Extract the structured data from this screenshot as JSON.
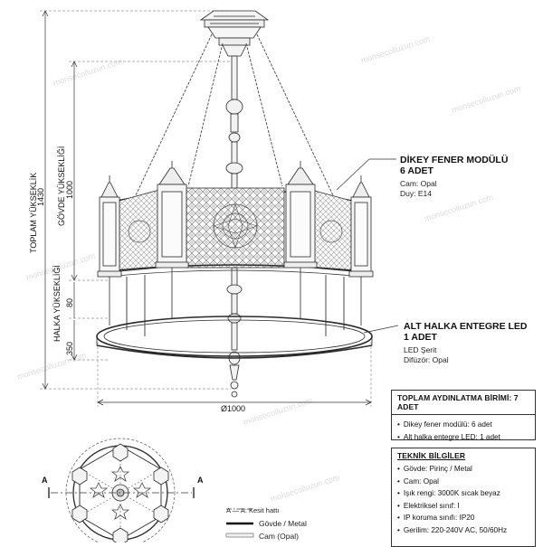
{
  "dimensions": {
    "total_height_label": "TOPLAM YÜKSEKLİK",
    "total_height_value": "1430",
    "body_height_label": "GÖVDE YÜKSEKLİĞİ",
    "body_height_value": "1000",
    "ring_height_label": "HALKA YÜKSEKLİĞİ",
    "ring_height_value": "80",
    "ring_drop_value": "350",
    "diameter_value": "Ø1000"
  },
  "callouts": {
    "module": {
      "title_line1": "DİKEY FENER MODÜLÜ",
      "title_line2": "6 ADET",
      "detail1": "Cam: Opal",
      "detail2": "Duy: E14"
    },
    "ring": {
      "title_line1": "ALT HALKA ENTEGRE LED",
      "title_line2": "1 ADET",
      "detail1": "LED Şerit",
      "detail2": "Difüzör: Opal"
    }
  },
  "section": {
    "marker_left": "A",
    "marker_right": "A"
  },
  "legend": {
    "section_line": "A — A:  Kesit hattı",
    "body_metal": "Gövde / Metal",
    "glass_opal": "Cam (Opal)"
  },
  "lighting_box": {
    "title": "TOPLAM AYDINLATMA BİRİMİ: 7 ADET",
    "items": [
      "Dikey fener modülü: 6 adet",
      "Alt halka entegre LED: 1 adet"
    ]
  },
  "tech_box": {
    "title": "TEKNİK BİLGİLER",
    "items": [
      "Gövde: Pirinç / Metal",
      "Cam: Opal",
      "Işık rengi: 3000K sıcak beyaz",
      "Elektriksel sınıf: I",
      "IP koruma sınıfı: IP20",
      "Gerilim: 220-240V AC, 50/60Hz"
    ]
  },
  "watermark": "monsecolluzun.com",
  "colors": {
    "line": "#2a2a2a",
    "glass": "#f3f3f3",
    "fret": "#777777"
  },
  "icons": {
    "bullet": "bullet-dot-icon"
  }
}
